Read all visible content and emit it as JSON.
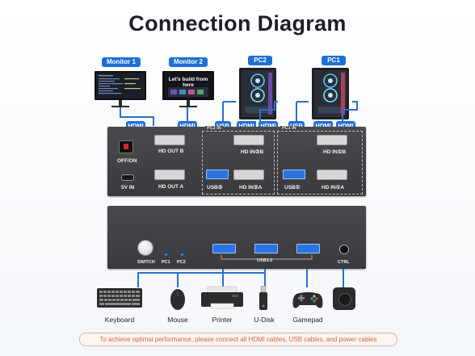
{
  "title": "Connection Diagram",
  "tags": {
    "monitor1": "Monitor 1",
    "monitor2": "Monitor 2",
    "pc2": "PC2",
    "pc1": "PC1"
  },
  "cable_labels": {
    "hdmi": "HDMI",
    "usb": "USB",
    "pc2_in": "PC2 IN",
    "pc1_in": "PC1 IN"
  },
  "top_unit": {
    "power_switch": "OFF/ON",
    "power_in": "5V IN",
    "hd_out_b": "HD OUT B",
    "hd_out_a": "HD OUT A",
    "pc2_hd_in_b": "HD IN②B",
    "pc2_usb": "USB②",
    "pc2_hd_in_a": "HD IN②A",
    "pc1_hd_in_b": "HD IN①B",
    "pc1_usb": "USB①",
    "pc1_hd_in_a": "HD IN①A"
  },
  "bottom_unit": {
    "switch": "SWITCH",
    "pc1": "PC1",
    "pc2": "PC2",
    "usb30": "USB3.0",
    "ctrl": "CTRL"
  },
  "devices": [
    "Keyboard",
    "Mouse",
    "Printer",
    "U-Disk",
    "Gamepad"
  ],
  "monitor_screen_text": "Let's build from here",
  "footer": "To achieve optimal performance, please connect all HDMI cables, USB cables, and power cables",
  "colors": {
    "accent": "#1f6fd6",
    "device_body": "#3e3e42",
    "footer_text": "#c56e4f"
  }
}
